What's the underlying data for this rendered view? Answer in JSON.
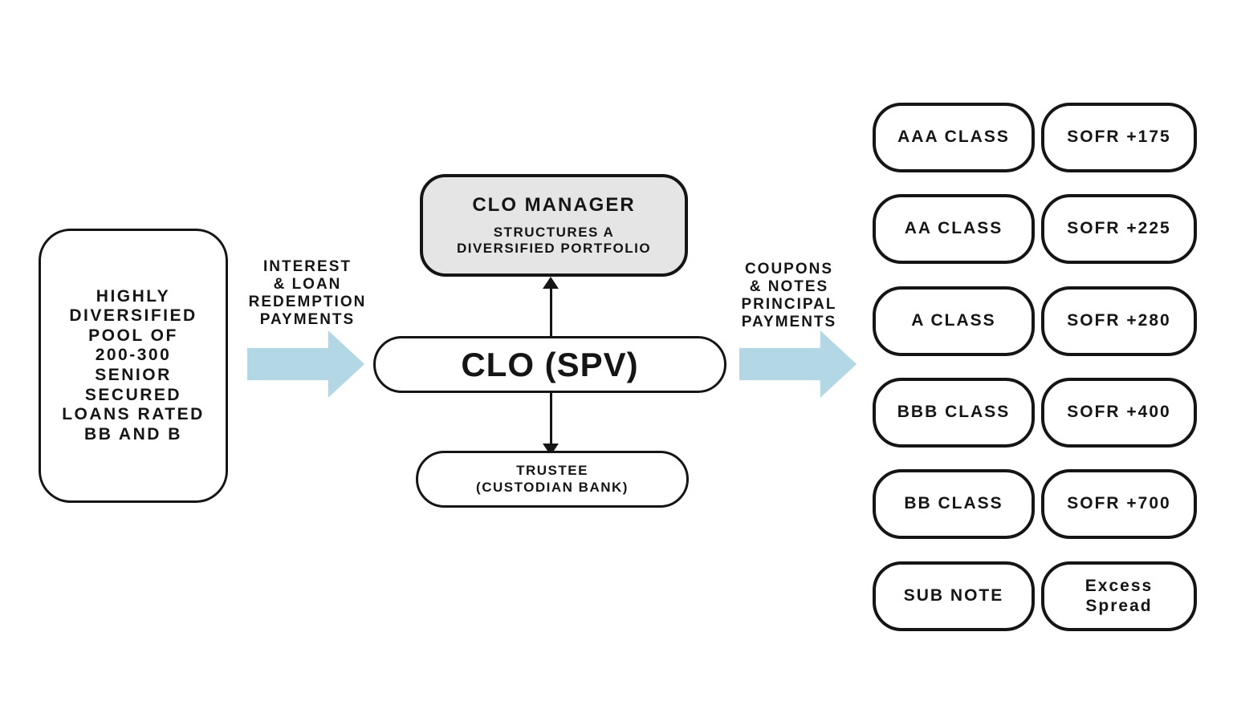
{
  "diagram_title": "CLO structure flow diagram",
  "pool": {
    "text": "HIGHLY\nDIVERSIFIED\nPOOL OF\n200-300\nSENIOR\nSECURED\nLOANS RATED\nBB AND B"
  },
  "flows": {
    "inflow_label": "INTEREST\n& LOAN\nREDEMPTION\nPAYMENTS",
    "outflow_label": "COUPONS\n& NOTES\nPRINCIPAL\nPAYMENTS"
  },
  "manager": {
    "title": "CLO MANAGER",
    "subtitle": "STRUCTURES A\nDIVERSIFIED PORTFOLIO"
  },
  "spv": {
    "label": "CLO (SPV)"
  },
  "trustee": {
    "label": "TRUSTEE\n(CUSTODIAN BANK)"
  },
  "tranches": [
    {
      "class": "AAA CLASS",
      "rate": "SOFR +175"
    },
    {
      "class": "AA CLASS",
      "rate": "SOFR +225"
    },
    {
      "class": "A CLASS",
      "rate": "SOFR +280"
    },
    {
      "class": "BBB CLASS",
      "rate": "SOFR +400"
    },
    {
      "class": "BB CLASS",
      "rate": "SOFR +700"
    },
    {
      "class": "SUB NOTE",
      "rate": "Excess\nSpread"
    }
  ],
  "colors": {
    "arrow_blue": "#b3d7e4",
    "manager_fill": "#e5e5e5",
    "stroke": "#151515",
    "background": "#ffffff"
  }
}
